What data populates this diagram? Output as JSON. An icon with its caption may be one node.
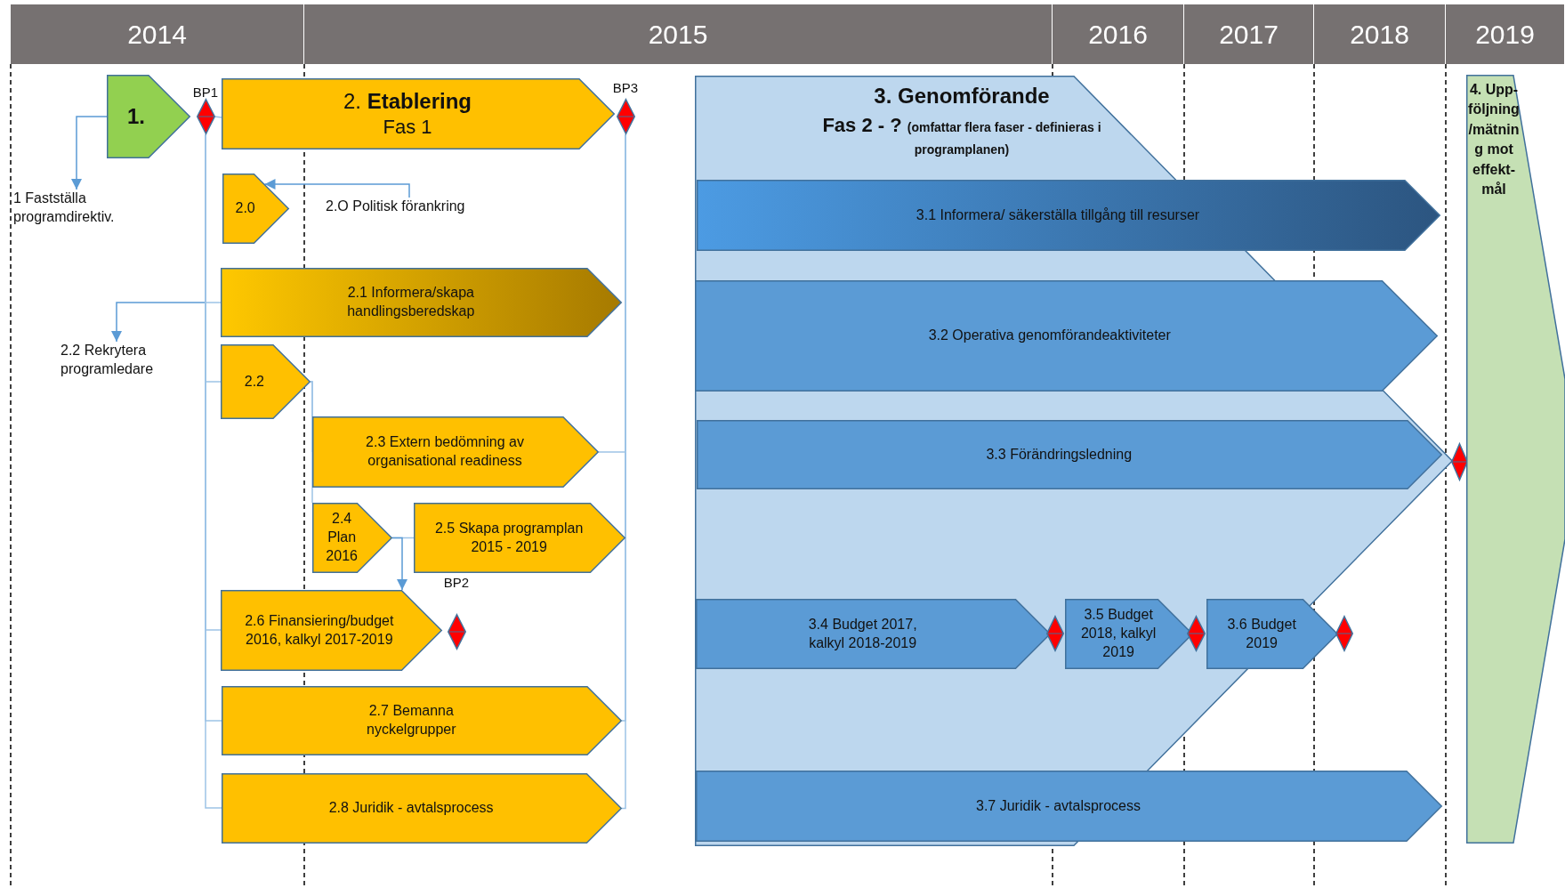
{
  "diagram": {
    "nodes": [
      {
        "text": [
          "1."
        ]
      },
      {
        "text": [
          "BP1"
        ]
      },
      {
        "text": [
          "2. **Etablering**",
          "Fas 1"
        ]
      },
      {
        "text": [
          "BP3"
        ]
      },
      {
        "text": [
          "1 Fastställa programdirektiv."
        ]
      },
      {
        "text": [
          "2.0"
        ]
      },
      {
        "text": [
          "2.O Politisk förankring"
        ]
      },
      {
        "text": [
          "2.1 Informera/skapa handlingsberedskap"
        ]
      },
      {
        "text": [
          "2.2 Rekrytera programledare"
        ]
      },
      {
        "text": [
          "2.2"
        ]
      },
      {
        "text": [
          "2.3 Extern bedömning av organisational readiness"
        ]
      },
      {
        "text": [
          "2.4 Plan 2016"
        ]
      },
      {
        "text": [
          "2.5 Skapa programplan 2015 - 2019"
        ]
      },
      {
        "text": [
          "2.6 Finansiering/budget 2016, kalkyl 2017-2019"
        ]
      },
      {
        "text": [
          "BP2"
        ]
      },
      {
        "text": [
          "2.7 Bemanna nyckelgrupper"
        ]
      },
      {
        "text": [
          "2.8 Juridik - avtalsprocess"
        ]
      },
      {
        "text": [
          "3. Genomförande",
          "Fas 2 - ?",
          "(omfattar flera faser - definieras i programplanen)"
        ]
      },
      {
        "text": [
          "3.1 Informera/ säkerställa tillgång till resurser"
        ],
        "in": 17
      },
      {
        "text": [
          "3.2 Operativa genomförandeaktiviteter"
        ],
        "in": 17
      },
      {
        "text": [
          "3.3 Förändringsledning"
        ],
        "in": 17
      },
      {
        "text": [
          "3.4 Budget 2017, kalkyl 2018-2019"
        ],
        "in": 17
      },
      {
        "text": [],
        "shape": "diamond",
        "in": 17
      },
      {
        "text": [
          "3.5 Budget 2018, kalkyl 2019"
        ],
        "in": 17
      },
      {
        "text": [],
        "shape": "diamond",
        "in": 17
      },
      {
        "text": [
          "3.6 Budget 2019"
        ],
        "in": 17
      },
      {
        "text": [],
        "shape": "diamond",
        "in": 17
      },
      {
        "text": [
          "3.7 Juridik - avtalsprocess"
        ],
        "in": 17
      },
      {
        "text": [],
        "shape": "diamond"
      },
      {
        "text": [
          "4. Upp-följning /mätning mot effekt-mål"
        ]
      }
    ],
    "edges": [
      {
        "from": 0,
        "to": 4,
        "arrow": "to"
      },
      {
        "from": 1,
        "to": 2,
        "arrow": "none"
      },
      {
        "from": 1,
        "to": 7,
        "arrow": "none"
      },
      {
        "from": 1,
        "to": 8,
        "arrow": "to"
      },
      {
        "from": 1,
        "to": 9,
        "arrow": "none"
      },
      {
        "from": 1,
        "to": 13,
        "arrow": "none"
      },
      {
        "from": 1,
        "to": 15,
        "arrow": "none"
      },
      {
        "from": 1,
        "to": 16,
        "arrow": "none"
      },
      {
        "from": 6,
        "to": 5,
        "arrow": "to"
      },
      {
        "from": 9,
        "to": 10,
        "arrow": "none"
      },
      {
        "from": 9,
        "to": 11,
        "arrow": "none"
      },
      {
        "from": 11,
        "to": 12,
        "arrow": "none"
      },
      {
        "from": 11,
        "to": 13,
        "arrow": "to"
      },
      {
        "from": 10,
        "to": 3,
        "arrow": "none"
      },
      {
        "from": 12,
        "to": 3,
        "arrow": "none"
      },
      {
        "from": 15,
        "to": 3,
        "arrow": "none"
      },
      {
        "from": 16,
        "to": 3,
        "arrow": "none"
      }
    ],
    "labels": [
      "2014",
      "2015",
      "2016",
      "2017",
      "2018",
      "2019"
    ]
  }
}
